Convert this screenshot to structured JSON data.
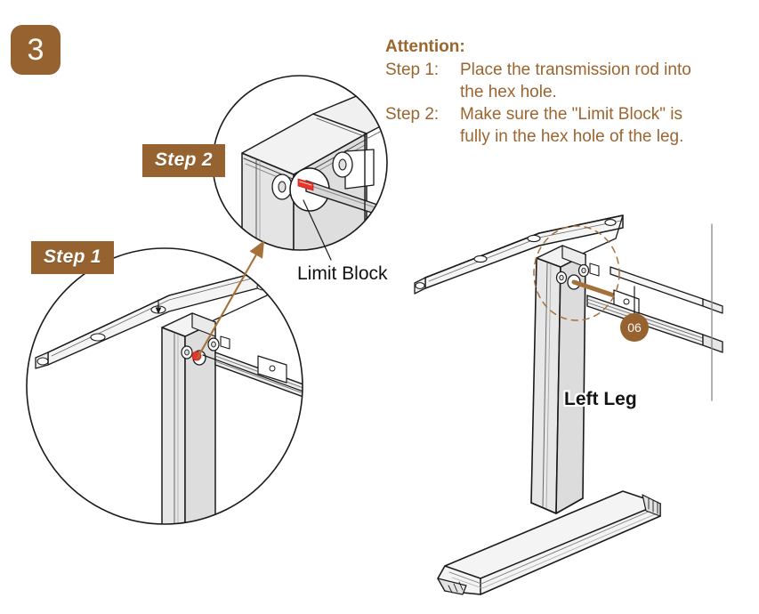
{
  "page": {
    "step_number": "3",
    "background_color": "#ffffff",
    "accent_color": "#96622f",
    "line_color": "#1a1a1a",
    "metal_fill": "#e8e8e8",
    "marker_color": "#e8352b"
  },
  "attention": {
    "title": "Attention:",
    "steps": [
      {
        "label": "Step 1:",
        "lines": [
          "Place the transmission rod into",
          "the hex hole."
        ]
      },
      {
        "label": "Step 2:",
        "lines": [
          "Make sure the \"Limit Block\" is",
          "fully in the hex hole of the leg."
        ]
      }
    ]
  },
  "flags": {
    "step1": "Step 1",
    "step2": "Step 2"
  },
  "callouts": {
    "limit_block": "Limit Block",
    "left_leg": "Left Leg",
    "part_number": "06"
  },
  "diagram": {
    "step2_detail": {
      "type": "magnified-circle",
      "shows": "leg-top-with-hex-hole-and-transmission-rod",
      "marker": "limit-block"
    },
    "step1_detail": {
      "type": "magnified-circle",
      "shows": "leg-with-crossbar-and-transmission-rod"
    },
    "main_view": {
      "type": "isometric-assembly",
      "parts": [
        "left-leg-column",
        "top-crossbar",
        "transmission-rod",
        "base-foot"
      ],
      "highlight": "dashed-circle-on-hex-hole"
    }
  }
}
